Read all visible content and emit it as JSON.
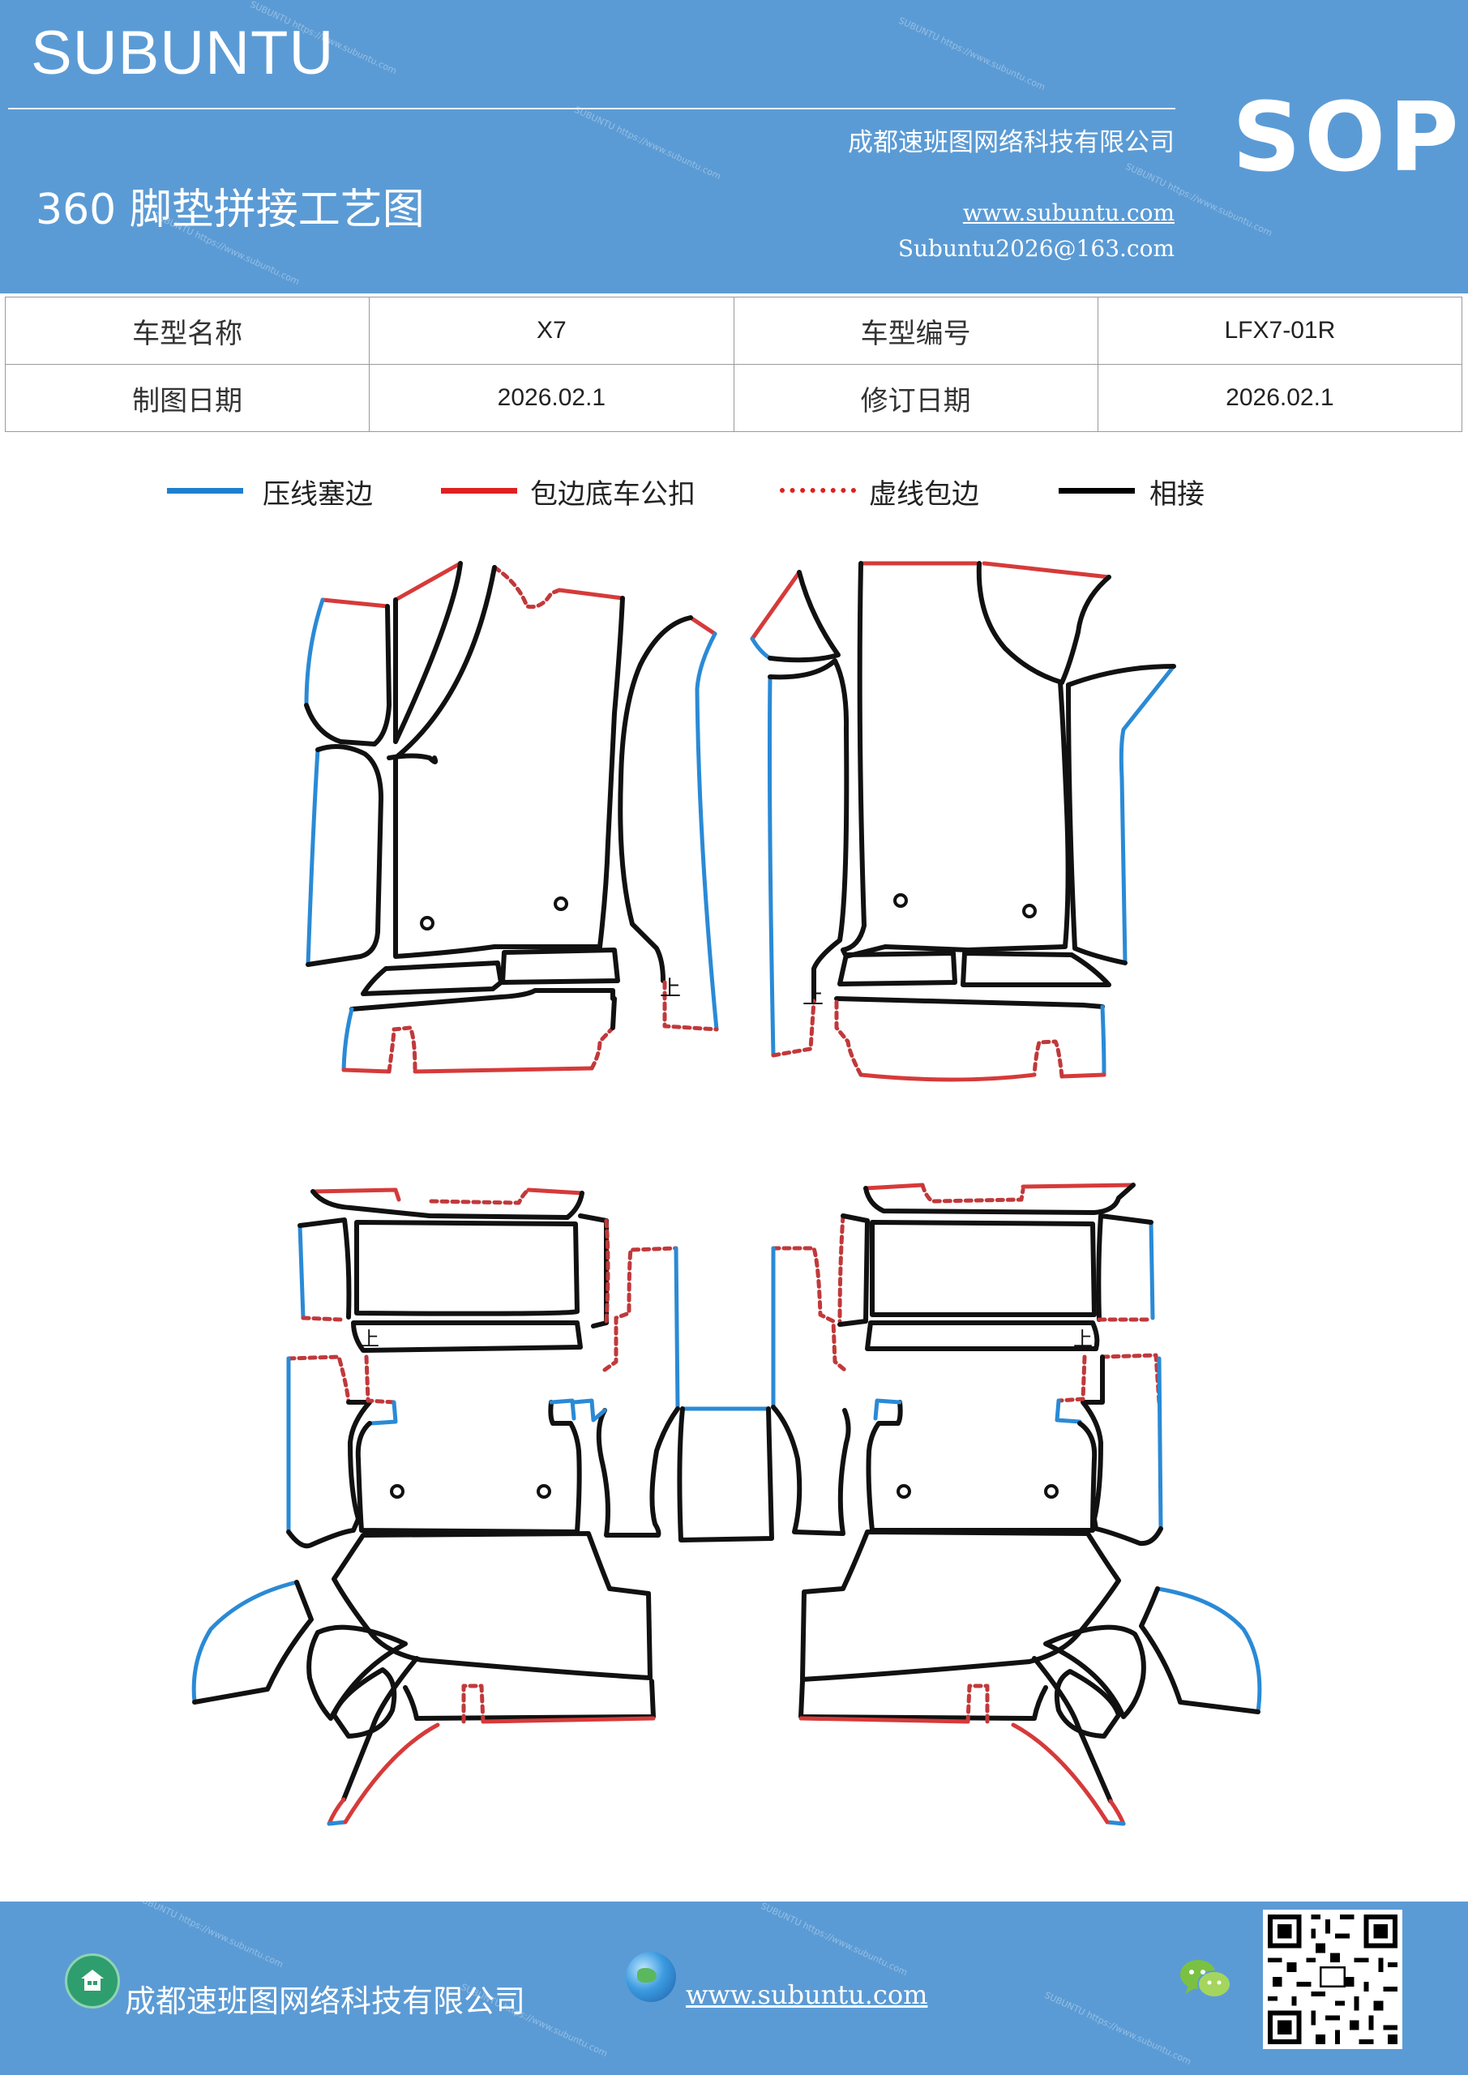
{
  "header": {
    "brand": "SUBUNTU",
    "company": "成都速班图网络科技有限公司",
    "title": "360 脚垫拼接工艺图",
    "url": "www.subuntu.com",
    "email": "Subuntu2026@163.com",
    "badge": "SOP",
    "background_color": "#5b9bd5"
  },
  "info_table": {
    "rows": [
      {
        "label1": "车型名称",
        "value1": "X7",
        "label2": "车型编号",
        "value2": "LFX7-01R"
      },
      {
        "label1": "制图日期",
        "value1": "2026.02.1",
        "label2": "修订日期",
        "value2": "2026.02.1"
      }
    ]
  },
  "legend": [
    {
      "label": "压线塞边",
      "color": "#1f7fce",
      "style": "solid"
    },
    {
      "label": "包边底车公扣",
      "color": "#e02020",
      "style": "solid"
    },
    {
      "label": "虚线包边",
      "color": "#e02020",
      "style": "dotted"
    },
    {
      "label": "相接",
      "color": "#000000",
      "style": "solid"
    }
  ],
  "diagram": {
    "line_colors": {
      "blue": "#2a8ad6",
      "red": "#d63a3a",
      "black": "#111111"
    }
  },
  "footer": {
    "company": "成都速班图网络科技有限公司",
    "url": "www.subuntu.com",
    "icons": [
      "building-icon",
      "globe-icon",
      "wechat-icon",
      "qr-code"
    ]
  }
}
